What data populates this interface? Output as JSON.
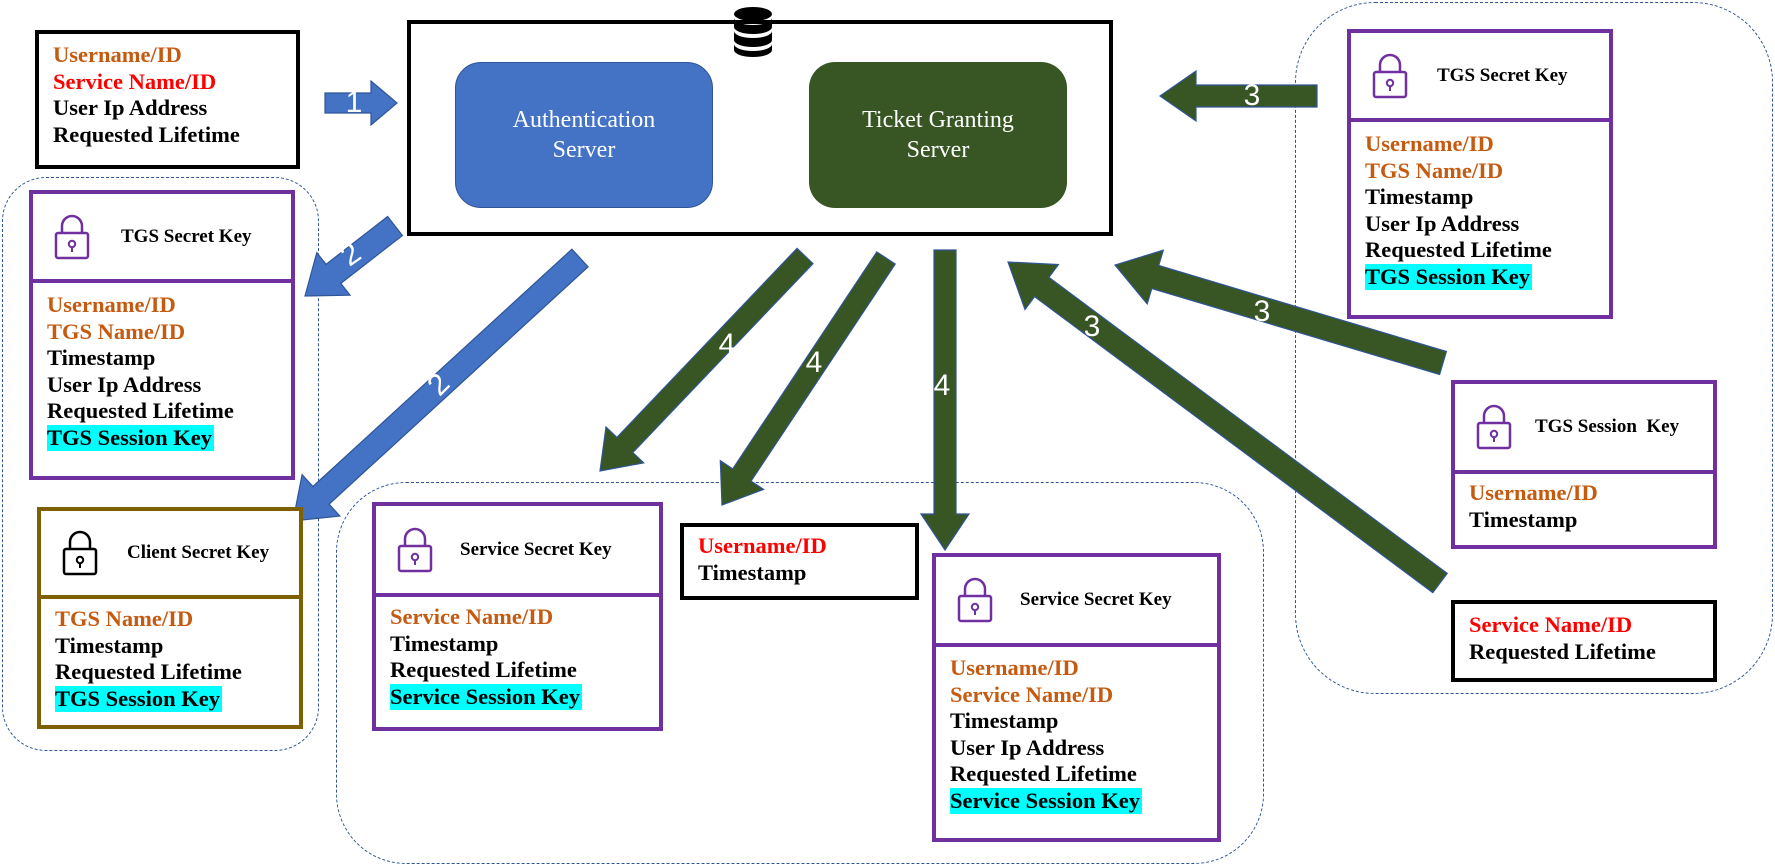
{
  "servers": {
    "authentication": "Authentication Server",
    "ticket_granting": "Ticket Granting Server"
  },
  "colors": {
    "step1_2_arrow": "#4472c4",
    "step3_4_arrow": "#375623",
    "key_label": "#c55a11",
    "plain_id": "#ff0000",
    "session_key_highlight": "#00ffff",
    "purple_border": "#7030a0",
    "olive_border": "#7f6000"
  },
  "icons": {
    "database": "database-icon",
    "lock": "lock-icon"
  },
  "steps": [
    {
      "name": "step-1",
      "label": "1"
    },
    {
      "name": "step-2-tgs",
      "label": "2"
    },
    {
      "name": "step-2-client",
      "label": "2"
    },
    {
      "name": "step-3-top",
      "label": "3"
    },
    {
      "name": "step-3-tgt",
      "label": "3"
    },
    {
      "name": "step-3-auth",
      "label": "3"
    },
    {
      "name": "step-4-service-ticket",
      "label": "4"
    },
    {
      "name": "step-4-plain",
      "label": "4"
    },
    {
      "name": "step-4-auth",
      "label": "4"
    }
  ],
  "boxes": {
    "initial_request": {
      "lines": [
        {
          "text": "Username/ID",
          "color": "orange"
        },
        {
          "text": "Service Name/ID",
          "color": "red"
        },
        {
          "text": "User Ip Address",
          "color": "black"
        },
        {
          "text": "Requested Lifetime",
          "color": "black"
        }
      ]
    },
    "tgt_left": {
      "key_label": "TGS Secret Key",
      "lines": [
        {
          "text": "Username/ID",
          "color": "orange"
        },
        {
          "text": "TGS Name/ID",
          "color": "orange"
        },
        {
          "text": "Timestamp",
          "color": "black"
        },
        {
          "text": "User Ip Address",
          "color": "black"
        },
        {
          "text": "Requested Lifetime",
          "color": "black"
        },
        {
          "text": "TGS Session Key",
          "color": "black",
          "highlight": true
        }
      ]
    },
    "client_secret": {
      "key_label": "Client Secret Key",
      "lines": [
        {
          "text": "TGS Name/ID",
          "color": "orange"
        },
        {
          "text": "Timestamp",
          "color": "black"
        },
        {
          "text": "Requested Lifetime",
          "color": "black"
        },
        {
          "text": "TGS Session Key",
          "color": "black",
          "highlight": true
        }
      ]
    },
    "service_left": {
      "key_label": "Service Secret Key",
      "lines": [
        {
          "text": "Service Name/ID",
          "color": "orange"
        },
        {
          "text": "Timestamp",
          "color": "black"
        },
        {
          "text": "Requested Lifetime",
          "color": "black"
        },
        {
          "text": "Service Session Key",
          "color": "black",
          "highlight": true
        }
      ]
    },
    "plain_middle": {
      "lines": [
        {
          "text": "Username/ID",
          "color": "red"
        },
        {
          "text": "Timestamp",
          "color": "black"
        }
      ]
    },
    "service_ticket": {
      "key_label": "Service Secret Key",
      "lines": [
        {
          "text": "Username/ID",
          "color": "orange"
        },
        {
          "text": "Service Name/ID",
          "color": "orange"
        },
        {
          "text": "Timestamp",
          "color": "black"
        },
        {
          "text": "User Ip Address",
          "color": "black"
        },
        {
          "text": "Requested Lifetime",
          "color": "black"
        },
        {
          "text": "Service Session Key",
          "color": "black",
          "highlight": true
        }
      ]
    },
    "tgt_right": {
      "key_label": "TGS Secret Key",
      "lines": [
        {
          "text": "Username/ID",
          "color": "orange"
        },
        {
          "text": "TGS Name/ID",
          "color": "orange"
        },
        {
          "text": "Timestamp",
          "color": "black"
        },
        {
          "text": "User Ip Address",
          "color": "black"
        },
        {
          "text": "Requested Lifetime",
          "color": "black"
        },
        {
          "text": "TGS Session Key",
          "color": "black",
          "highlight": true
        }
      ]
    },
    "tgs_session": {
      "key_label": "TGS Session  Key",
      "lines": [
        {
          "text": "Username/ID",
          "color": "orange"
        },
        {
          "text": "Timestamp",
          "color": "black"
        }
      ]
    },
    "plain_right": {
      "lines": [
        {
          "text": "Service Name/ID",
          "color": "red"
        },
        {
          "text": "Requested Lifetime",
          "color": "black"
        }
      ]
    }
  }
}
